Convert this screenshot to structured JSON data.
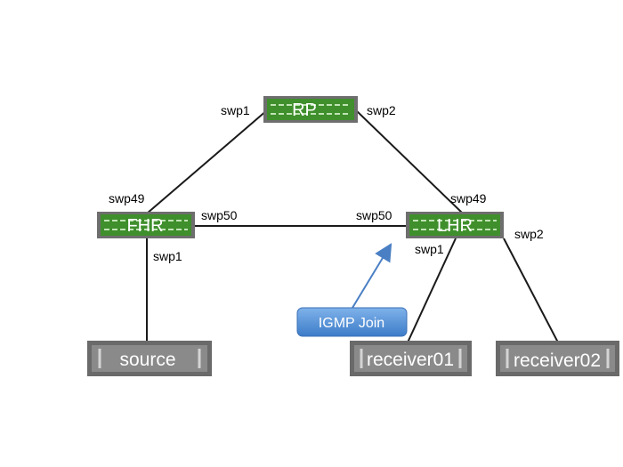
{
  "colors": {
    "switch_fill": "#3f8f2c",
    "switch_border": "#6e6e6e",
    "host_fill": "#8a8a8a",
    "host_border": "#6a6a6a",
    "link": "#1a1a1a",
    "callout_fill": "#4f90d6",
    "arrow": "#4a7fc4"
  },
  "switches": {
    "rp": {
      "label": "RP"
    },
    "fhr": {
      "label": "FHR"
    },
    "lhr": {
      "label": "LHR"
    }
  },
  "hosts": {
    "source": {
      "label": "source"
    },
    "receiver01": {
      "label": "receiver01"
    },
    "receiver02": {
      "label": "receiver02"
    }
  },
  "ports": {
    "rp_swp1": "swp1",
    "rp_swp2": "swp2",
    "fhr_swp49": "swp49",
    "fhr_swp50": "swp50",
    "fhr_swp1": "swp1",
    "lhr_swp49": "swp49",
    "lhr_swp50": "swp50",
    "lhr_swp1": "swp1",
    "lhr_swp2": "swp2"
  },
  "callout": {
    "label": "IGMP Join"
  }
}
